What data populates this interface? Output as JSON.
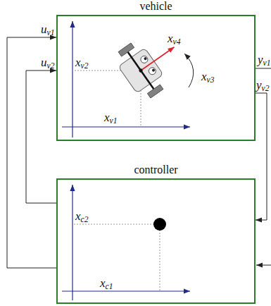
{
  "diagram": {
    "nodes": [
      {
        "text": [
          "vehicle"
        ]
      },
      {
        "text": [
          "controller"
        ]
      }
    ],
    "edges": [
      {
        "from": 0,
        "to": 1,
        "arrow": "to",
        "label": "yv2"
      },
      {
        "from": 1,
        "to": 0,
        "arrow": "to",
        "label": "uv1"
      },
      {
        "from": 1,
        "to": 0,
        "arrow": "to",
        "label": "uv2"
      }
    ],
    "labels": [
      "xv1",
      "xv2",
      "xv3",
      "xv4",
      "yv1",
      "xc1",
      "xc2"
    ]
  }
}
